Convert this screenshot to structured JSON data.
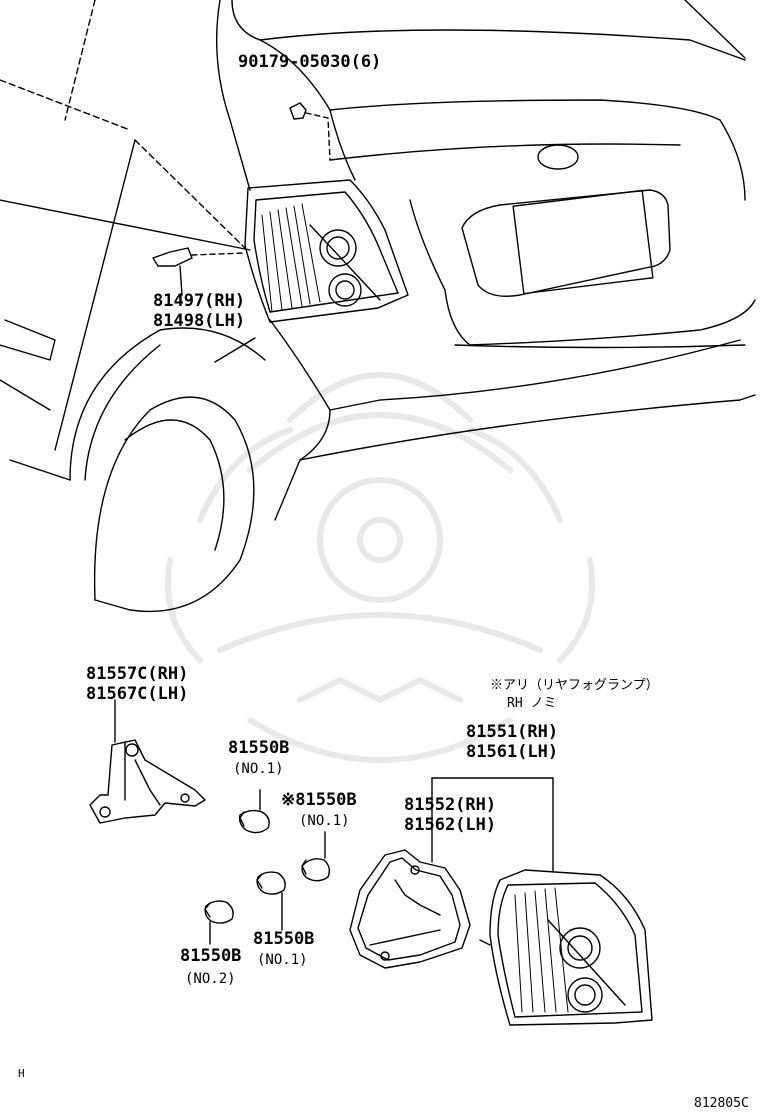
{
  "diagram_code": "812805C",
  "page_marker": "H",
  "top_view": {
    "parts": [
      {
        "part_no": "90179-05030(6)"
      },
      {
        "part_no": "81497(RH)"
      },
      {
        "part_no": "81498(LH)"
      }
    ]
  },
  "bottom_view": {
    "note": {
      "line1": "※アリ（リヤフォグランプ）",
      "line2": "RH ノミ"
    },
    "parts": [
      {
        "part_no": "81557C(RH)"
      },
      {
        "part_no": "81567C(LH)"
      },
      {
        "part_no": "81550B",
        "variant": "(NO.1)"
      },
      {
        "part_no": "※81550B",
        "variant": "(NO.1)"
      },
      {
        "part_no": "81550B",
        "variant": "(NO.1)"
      },
      {
        "part_no": "81550B",
        "variant": "(NO.2)"
      },
      {
        "part_no": "81551(RH)"
      },
      {
        "part_no": "81561(LH)"
      },
      {
        "part_no": "81552(RH)"
      },
      {
        "part_no": "81562(LH)"
      }
    ]
  }
}
